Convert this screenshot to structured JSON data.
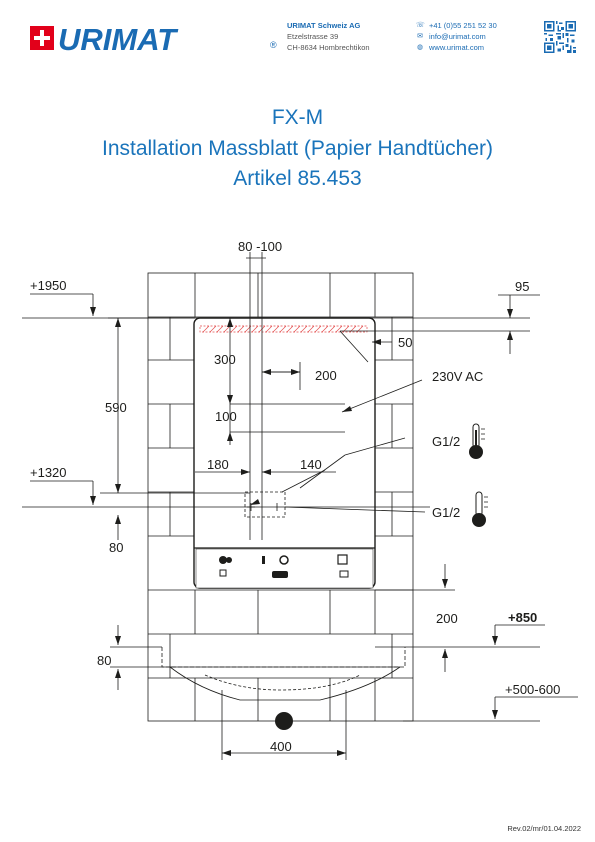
{
  "header": {
    "brand": "URIMAT",
    "registered": "®",
    "company": "URIMAT Schweiz AG",
    "street": "Etzelstrasse 39",
    "city": "CH-8634 Hombrechtikon",
    "phone": "+41 (0)55 251 52 30",
    "email": "info@urimat.com",
    "web": "www.urimat.com",
    "icons": [
      "swiss-cross-icon",
      "phone-icon",
      "mail-icon",
      "globe-icon",
      "qr-code"
    ]
  },
  "title": {
    "line1": "FX-M",
    "line2": "Installation Massblatt (Papier Handtücher)",
    "line3": "Artikel 85.453"
  },
  "dimensions": {
    "d_80_100": "80 -100",
    "d_1950": "+1950",
    "d_95": "95",
    "d_50": "50",
    "d_300": "300",
    "d_200_top": "200",
    "d_230v": "230V AC",
    "d_590": "590",
    "d_100": "100",
    "d_g12_a": "G1/2",
    "d_180": "180",
    "d_140": "140",
    "d_1320": "+1320",
    "d_g12_b": "G1/2",
    "d_80_left": "80",
    "d_200_right": "200",
    "d_850": "+850",
    "d_80_basin": "80",
    "d_500_600": "+500-600",
    "d_400": "400"
  },
  "footer": {
    "revision": "Rev.02/mr/01.04.2022"
  },
  "colors": {
    "brand_blue": "#1a74bb",
    "swiss_red": "#e2001a",
    "hatch_red": "#e24b4b"
  }
}
